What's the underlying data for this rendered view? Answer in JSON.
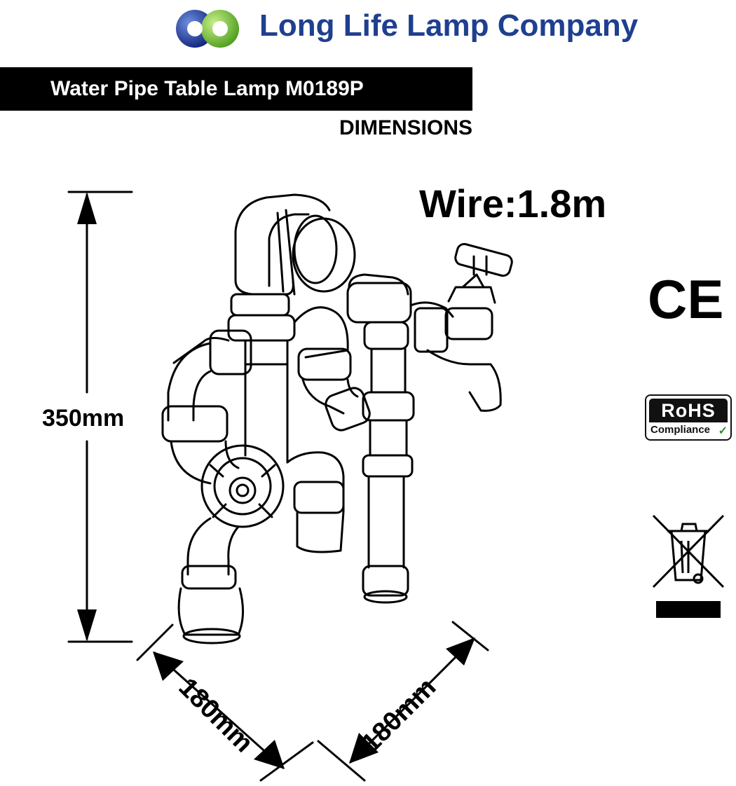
{
  "header": {
    "brand_name": "Long Life Lamp Company",
    "title": "Water Pipe Table Lamp M0189P",
    "subtitle": "DIMENSIONS"
  },
  "specs": {
    "wire": "Wire:1.8m"
  },
  "dimensions": {
    "height": "350mm",
    "depth_left": "180mm",
    "depth_right": "180mm"
  },
  "certifications": {
    "ce": "CE",
    "rohs_title": "RoHS",
    "rohs_subtitle": "Compliance"
  },
  "icons": {
    "brand": "company-logo-icon",
    "check": "check-icon",
    "weee": "crossed-out-bin-icon"
  },
  "colors": {
    "brand_blue": "#1f3f8f",
    "logo_blue": "#1a3a9a",
    "logo_green": "#7cc242",
    "title_bar": "#000000",
    "rohs_check": "#2e8b2e"
  }
}
